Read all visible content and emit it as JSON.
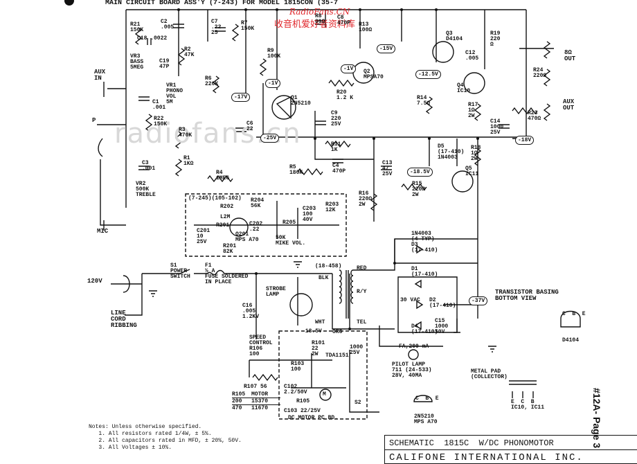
{
  "header": {
    "board_title": "MAIN CIRCUIT BOARD ASS'Y (7-243) FOR MODEL 1815C",
    "on_label": "ON (35-7",
    "watermark_site": "RadioFans.CN",
    "watermark_cn": "收音机爱好者资料库",
    "ghost_watermark": "radiofans.cn"
  },
  "inputs": {
    "aux_in": "AUX\nIN",
    "phono": "P",
    "mic": "MIC",
    "line_cord": "LINE\nCORD\nRIBBING",
    "line_voltage": "120V"
  },
  "outputs": {
    "speaker": "8Ω\nOUT",
    "aux_out": "AUX\nOUT"
  },
  "components": {
    "r21": "R21\n150K",
    "c2": "C2\n.005",
    "c7": "C7\n.22\n25",
    "r7": "R7\n150K",
    "r8": "R8\n39Ω",
    "c8": "C8\n470P",
    "r13": "R13\n100Ω",
    "c18": "C18 .0022",
    "r2": "R2\n47K",
    "vr3": "VR3\nBASS\n5MEG",
    "c19": "C19\n47P",
    "vr1": "VR1\nPHONO\nVOL\n5M",
    "r6": "R6\n220K",
    "r9": "R9\n100K",
    "q1": "Q1\n2N5210",
    "r20": "R20\n1.2 K",
    "c9": "C9\n220\n25V",
    "q2": "Q2\nMPSA70",
    "q3": "Q3\nD4104",
    "q4": "Q4\nIC10",
    "c12": "C12\n.005",
    "r19": "R19\n220\nΩ",
    "r24": "R24\n220Ω",
    "r23": "R23\n470Ω",
    "r14": "R14\n7.5Ω",
    "r17": "R17\n1Ω\n2W",
    "c14": "C14\n1000\n25V",
    "c1": "C1\n.001",
    "r22": "R22\n150K",
    "r3": "R3\n470K",
    "c6": "C6\n22",
    "r11": "R11\n1K",
    "c4": "C4\n470P",
    "r1": "R1\n1KΩ",
    "c3": "C3\n.001",
    "r4": "R4\n1MEG",
    "vr2": "VR2\n500K\nTREBLE",
    "r5": "R5\n180K",
    "c13": "C13\n47\n25V",
    "r16": "R16\n220Ω\n2W",
    "r15": "R15\n220Ω\n2W",
    "d5": "D5\n(17-410)\n1N4003",
    "r18": "R18\n1Ω\n2W",
    "q5": "Q5\nIC11",
    "mic_board": "(7-245)(105-102)",
    "r202": "R202",
    "l2m": "L2M",
    "r201_top": "R201",
    "c201": "C201\n10\n25V",
    "q201": "Q201\nMPS A70",
    "c202": "C202\n.22",
    "r204": "R204\n56K",
    "c203": "C203\n100\n40V",
    "r203": "R203\n12K",
    "r205": "R205",
    "mike_vol": "50K\nMIKE VOL.",
    "r201": "R201\n82K",
    "d3_note": "1N4003\n(4 TYP)",
    "d3": "D3\n(17-410)",
    "d1": "D1\n(17-410)",
    "d2": "D2\n(17-410)",
    "d4": "D4\n(17-410)",
    "c15": "C15\n1000\n50V",
    "vac": "30 VAC",
    "fa_fuse": "FA,200 mA",
    "s1": "S1\nPOWER\nSWITCH",
    "f1": "F1\n½ A\nFUSE SOLDERED\nIN PLACE",
    "transformer": "(18-458)",
    "red": "RED",
    "blk": "BLK",
    "ry": "R/Y",
    "wht": "WHT",
    "tel": "TEL",
    "org": "ORG",
    "strobe": "STROBE\nLAMP",
    "c16": "C16\n.005\n1.2KV",
    "speed": "SPEED\nCONTROL\nR106\n100",
    "r101": "R101\n22\n2W",
    "tda": "TDA1151",
    "r103": "R103\n100",
    "r107": "R107 56",
    "c102": "C102\n2.2/50V",
    "r105": "R105",
    "c103": "C103 22/25V",
    "c101": "1000\n25V",
    "m": "M",
    "v18": "-18.5V",
    "motor_board": "DC MOTOR PC BD.",
    "pilot": "PILOT LAMP\n711 (24-533)\n28V, 40MA",
    "s2": "S2"
  },
  "voltages": [
    "-17V",
    "-25V",
    "-15V",
    "-1V",
    "-1V",
    "-12.5V",
    "-18V",
    "-18.5V",
    "-37V"
  ],
  "motor_table": {
    "headers": [
      "R105",
      "MOTOR"
    ],
    "rows": [
      [
        "200",
        "15370"
      ],
      [
        "470",
        "11670"
      ]
    ]
  },
  "transistor_basing": {
    "title": "TRANSISTOR BASING\nBOTTOM VIEW",
    "d4104": "D4104",
    "pins_top": "C  B  E",
    "metal_pad": "METAL PAD\n(COLLECTOR)",
    "ic": "E  C  B\nIC10, IC11",
    "q1_pins": "C  B  E",
    "q1_label": "2N5210\nMPS A70"
  },
  "notes": "Notes: Unless otherwise specified.\n   1. All resistors rated 1/4W, ± 5%.\n   2. All capacitors rated in MFD, ± 20%, 50V.\n   3. All Voltages ± 10%.",
  "title_block": {
    "line1": "SCHEMATIC  1815C  W/DC PHONOMOTOR",
    "line2": "CALIFONE INTERNATIONAL INC."
  },
  "page_id": "#12A- Page 3"
}
